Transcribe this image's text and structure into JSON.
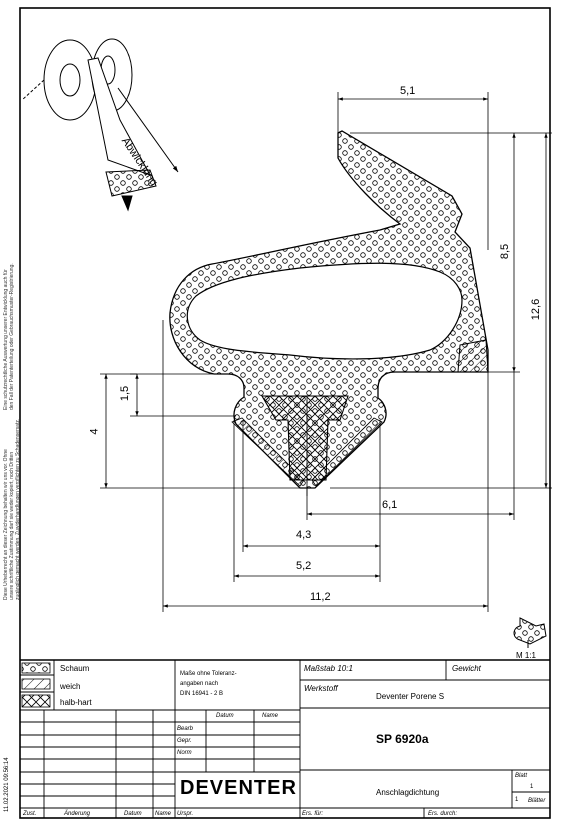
{
  "dimensions": {
    "d_5_1": "5,1",
    "d_8_5": "8,5",
    "d_12_6": "12,6",
    "d_1_5": "1,5",
    "d_4": "4",
    "d_6_1": "6,1",
    "d_4_3": "4,3",
    "d_5_2": "5,2",
    "d_11_2": "11,2"
  },
  "inset": {
    "label": "Abwicklung",
    "scale_label": "M 1:1"
  },
  "legend": {
    "items": [
      {
        "label": "Schaum"
      },
      {
        "label": "weich"
      },
      {
        "label": "halb-hart"
      }
    ]
  },
  "tolerance": {
    "line1": "Maße ohne Toleranz-",
    "line2": "angaben nach",
    "line3": "DIN 16941 - 2 B"
  },
  "title_block": {
    "scale": "Maßstab 10:1",
    "weight_label": "Gewicht",
    "material_label": "Werkstoff",
    "material": "Deventer Porene S",
    "part_number": "SP 6920a",
    "part_name": "Anschlagdichtung",
    "company": "DEVENTER",
    "datum": "Datum",
    "name": "Name",
    "bearb": "Bearb",
    "gepr": "Gepr.",
    "norm": "Norm",
    "blatt_label": "Blatt",
    "blatt": "1",
    "blaetter_count": "1",
    "blaetter_label": "Blätter",
    "zust": "Zust.",
    "aenderung": "Änderung",
    "datum2": "Datum",
    "name2": "Name",
    "urspr": "Urspr.",
    "ers_fuer": "Ers. für:",
    "ers_durch": "Ers. durch:"
  },
  "margin": {
    "date": "11.02.2021 09:56:14",
    "notice_1": "Diese Urheberrecht an dieser Zeichnung behalten wir uns vor. Ohne",
    "notice_2": "unsere schriftliche Zustimmung darf sie weder kopiert, noch Dritten",
    "notice_3": "zugänglich gemacht werden. Zuwiderhandlungen verpflichten zu Schadensersatz.",
    "notice_4": "Eine schutzrechtliche Auswertung unserer Entwicklung auch für",
    "notice_5": "den Fall der Patenterteilung oder Gebrauchsmuster-Registrierung."
  }
}
